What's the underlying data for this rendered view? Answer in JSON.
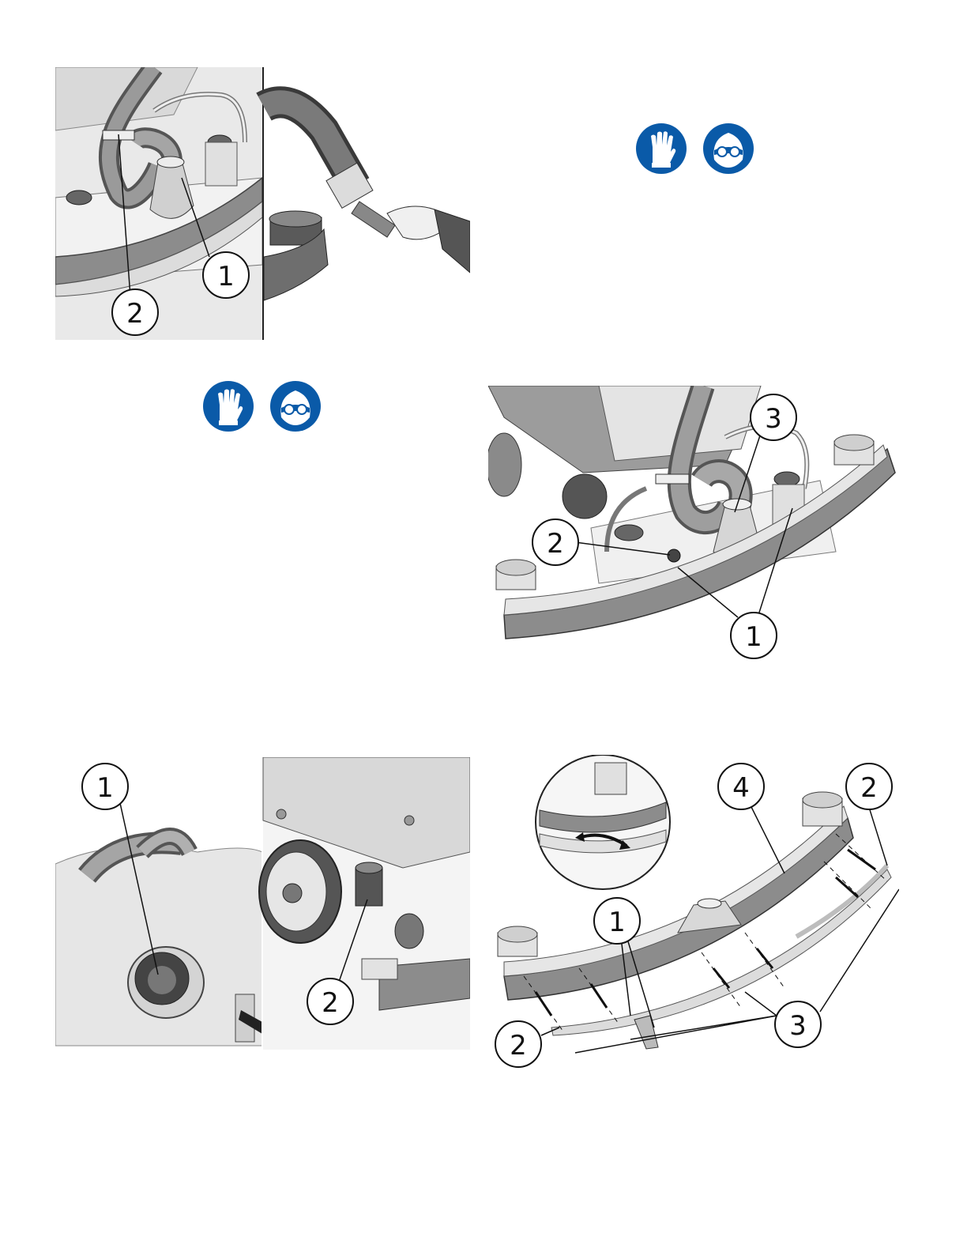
{
  "figures": [
    {
      "id": "fig-a",
      "callouts": [
        "1",
        "2"
      ]
    },
    {
      "id": "fig-c",
      "callouts": [
        "3",
        "2",
        "1"
      ]
    },
    {
      "id": "fig-d",
      "callouts": [
        "1",
        "2"
      ]
    },
    {
      "id": "fig-e",
      "callouts": [
        "4",
        "2",
        "1",
        "3",
        "2"
      ]
    }
  ],
  "safety_signs": [
    {
      "group": "top-right",
      "icons": [
        "protective-gloves-icon",
        "safety-goggles-icon"
      ],
      "color": "#0a5aa8"
    },
    {
      "group": "middle-left",
      "icons": [
        "protective-gloves-icon",
        "safety-goggles-icon"
      ],
      "color": "#0a5aa8"
    }
  ]
}
